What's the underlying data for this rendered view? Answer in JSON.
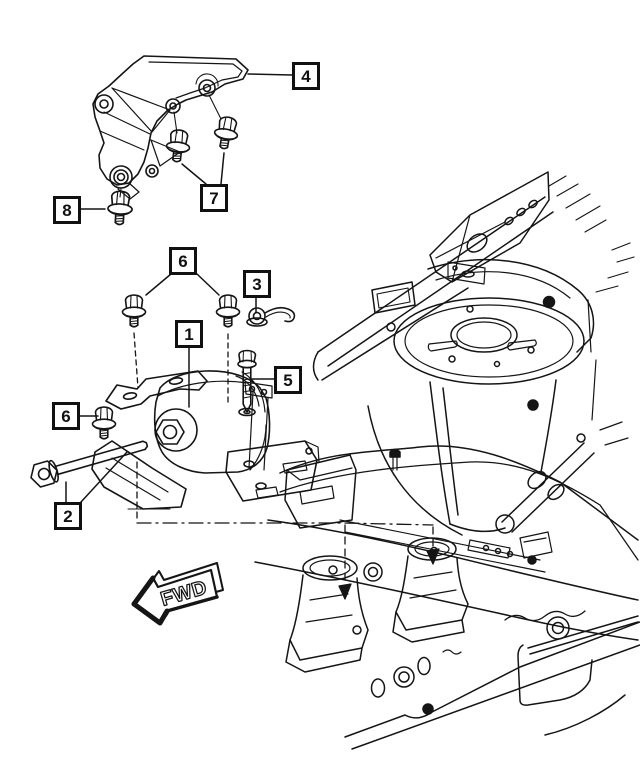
{
  "diagram": {
    "title": "Engine mount and bracket exploded parts diagram",
    "background_color": "#ffffff",
    "line_color": "#151515",
    "fwd_arrow": {
      "label": "FWD",
      "direction": "left"
    },
    "callouts": {
      "c1": {
        "label": "1"
      },
      "c2": {
        "label": "2"
      },
      "c3": {
        "label": "3"
      },
      "c4": {
        "label": "4"
      },
      "c5": {
        "label": "5"
      },
      "c6_upper": {
        "label": "6"
      },
      "c6_side": {
        "label": "6"
      },
      "c7": {
        "label": "7"
      },
      "c8": {
        "label": "8"
      }
    }
  }
}
